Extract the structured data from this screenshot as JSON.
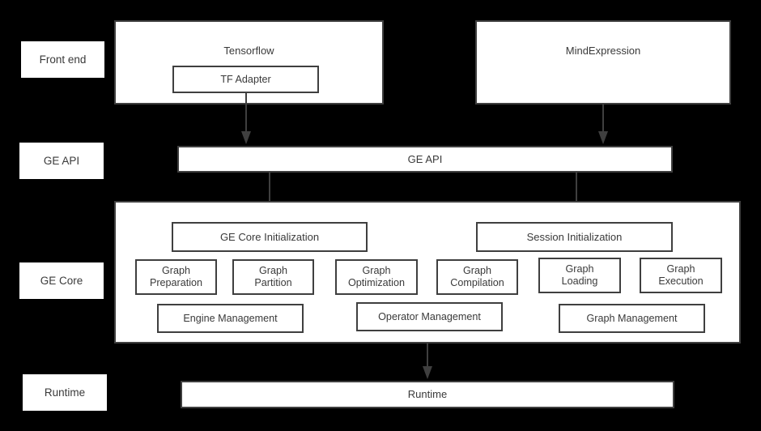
{
  "diagram": {
    "title": "GE (Graph Engine) software stack architecture",
    "background_color": "#000000",
    "box_fill": "#ffffff",
    "box_stroke": "#3f3f3f",
    "text_color": "#3a3a3a"
  },
  "stage_labels": [
    {
      "id": "front-end",
      "label": "Front end"
    },
    {
      "id": "ge-api",
      "label": "GE API"
    },
    {
      "id": "ge-core",
      "label": "GE Core"
    },
    {
      "id": "runtime",
      "label": "Runtime"
    }
  ],
  "frontend": {
    "tensorflow": {
      "title": "Tensorflow",
      "child": "TF Adapter"
    },
    "mindexpression": {
      "title": "MindExpression"
    }
  },
  "ge_api_bar": {
    "label": "GE API"
  },
  "ge_core": {
    "init_boxes": [
      {
        "id": "ge-core-initialization",
        "label": "GE Core Initialization"
      },
      {
        "id": "session-initialization",
        "label": "Session Initialization"
      }
    ],
    "modules_row": [
      {
        "id": "graph-preparation",
        "label": "Graph\nPreparation"
      },
      {
        "id": "graph-partition",
        "label": "Graph\nPartition"
      },
      {
        "id": "graph-optimization",
        "label": "Graph\nOptimization"
      },
      {
        "id": "graph-compilation",
        "label": "Graph\nCompilation"
      },
      {
        "id": "graph-loading",
        "label": "Graph\nLoading"
      },
      {
        "id": "graph-execution",
        "label": "Graph\nExecution"
      }
    ],
    "management_row": [
      {
        "id": "engine-management",
        "label": "Engine Management"
      },
      {
        "id": "operator-management",
        "label": "Operator Management"
      },
      {
        "id": "graph-management",
        "label": "Graph Management"
      }
    ]
  },
  "runtime_bar": {
    "label": "Runtime"
  },
  "connectors": [
    {
      "id": "tf-adapter-to-ge-api",
      "from": "TF Adapter",
      "to": "GE API",
      "direction": "down"
    },
    {
      "id": "mindexpression-to-ge-api",
      "from": "MindExpression",
      "to": "GE API",
      "direction": "down"
    },
    {
      "id": "ge-api-to-ge-core-initialization",
      "from": "GE API",
      "to": "GE Core Initialization",
      "direction": "down"
    },
    {
      "id": "ge-api-to-session-initialization",
      "from": "GE API",
      "to": "Session Initialization",
      "direction": "down"
    },
    {
      "id": "ge-core-to-runtime",
      "from": "GE Core",
      "to": "Runtime",
      "direction": "down"
    }
  ]
}
